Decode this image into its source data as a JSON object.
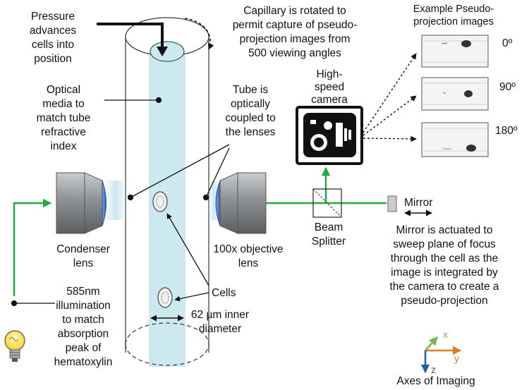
{
  "labels": {
    "pressure": [
      "Pressure",
      "advances",
      "cells into",
      "position"
    ],
    "capillary": [
      "Capillary is rotated to",
      "permit capture of pseudo-",
      "projection images from",
      "500 viewing angles"
    ],
    "example_title": [
      "Example Pseudo-",
      "projection images"
    ],
    "optical_media": [
      "Optical",
      "media to",
      "match tube",
      "refractive",
      "index"
    ],
    "high_speed_camera": [
      "High-",
      "speed",
      "camera"
    ],
    "tube_coupled": [
      "Tube is",
      "optically",
      "coupled to",
      "the lenses"
    ],
    "condenser": [
      "Condenser",
      "lens"
    ],
    "objective": [
      "100x objective",
      "lens"
    ],
    "mirror": "Mirror",
    "beam_splitter": [
      "Beam",
      "Splitter"
    ],
    "mirror_desc": [
      "Mirror is actuated to",
      "sweep plane of focus",
      "through the cell as the",
      "image is integrated by",
      "the camera to create a",
      "pseudo-projection"
    ],
    "illumination": [
      "585nm",
      "illumination",
      "to match",
      "absorption",
      "peak of",
      "hematoxylin"
    ],
    "cells": "Cells",
    "inner_diameter": [
      "62 µm inner",
      "diameter"
    ],
    "axes_title": "Axes of Imaging"
  },
  "angles": [
    "0º",
    "90º",
    "180º"
  ],
  "axes": {
    "x": "x",
    "y": "y",
    "z": "z"
  },
  "colors": {
    "light_path": "#22aa44",
    "tube_fluid": "#cde9f0",
    "lens_gray": "#8a8d90",
    "lens_blue": "#3a6fc4",
    "axis_x": "#7ab648",
    "axis_y": "#e07b24",
    "axis_z": "#1f5f9e"
  },
  "icons": [
    "light-bulb-icon",
    "camera-icon"
  ]
}
